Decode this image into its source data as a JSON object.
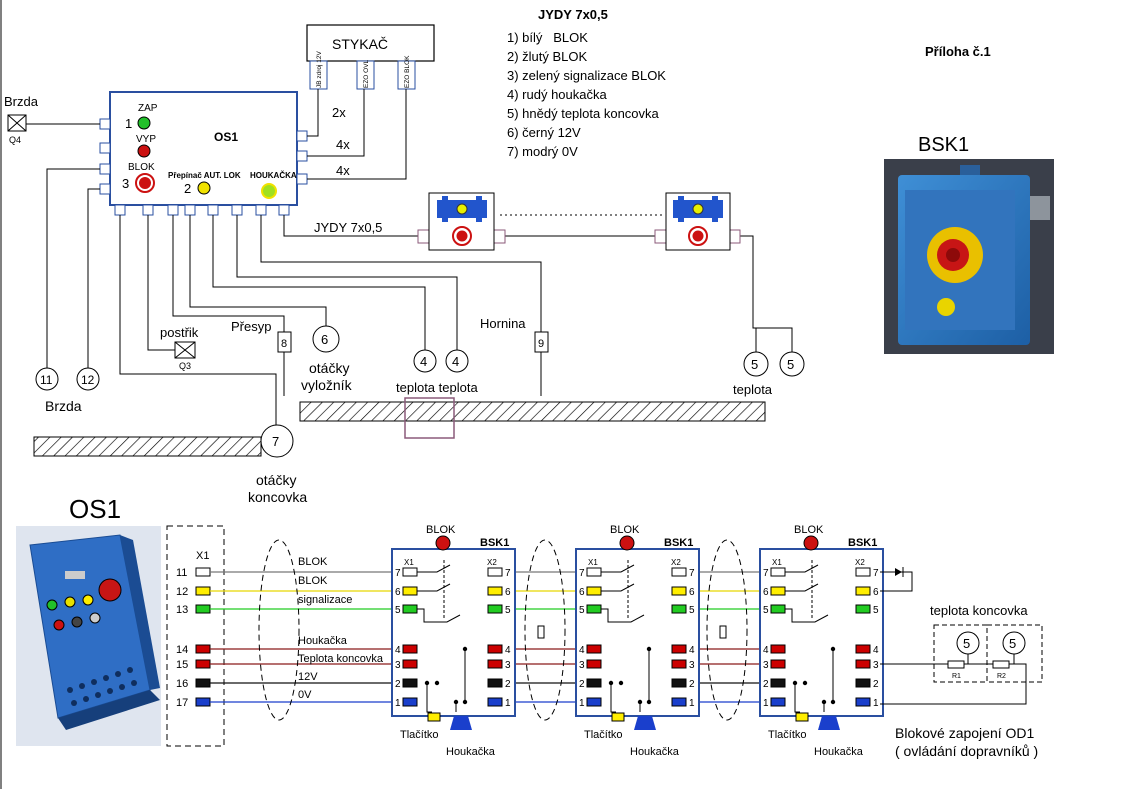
{
  "page": {
    "attachment": "Příloha č.1",
    "footer_title": "Blokové zapojení OD1",
    "footer_subtitle": "( ovládání dopravníků )"
  },
  "top_diagram": {
    "os1": {
      "title": "OS1",
      "zap_label": "ZAP",
      "zap_num": "1",
      "vyp_label": "VYP",
      "blok_label": "BLOK",
      "blok_num": "3",
      "prepinac_label": "Přepínač AUT. LOK",
      "prepinac_num": "2",
      "houkacka_label": "HOUKAČKA"
    },
    "stykac": {
      "title": "STYKAČ",
      "terminals": [
        "JB zdroj 12V",
        "EZO OVL",
        "EZO BLOK"
      ]
    },
    "wire_counts": [
      "2x",
      "4x",
      "4x"
    ],
    "brake_top_label": "Brzda",
    "brake_top_code": "Q4",
    "jydy_cable_label": "JYDY 7x0,5",
    "sensors": {
      "s11": "11",
      "s12": "12",
      "brzda_label": "Brzda",
      "postrik_label": "postřik",
      "postrik_code": "Q3",
      "presyp_label": "Přesyp",
      "presyp_code": "8",
      "s6": "6",
      "s6_label_1": "otáčky",
      "s6_label_2": "vyložník",
      "s4a": "4",
      "s4b": "4",
      "s4_label": "teplota teplota",
      "hornina_label": "Hornina",
      "hornina_code": "9",
      "s5a": "5",
      "s5b": "5",
      "s5_label": "teplota",
      "s7": "7",
      "s7_label_1": "otáčky",
      "s7_label_2": "koncovka"
    }
  },
  "legend": {
    "title": "JYDY 7x0,5",
    "items": [
      "1) bílý   BLOK",
      "2) žlutý BLOK",
      "3) zelený signalizace BLOK",
      "4) rudý houkačka",
      "5) hnědý teplota koncovka",
      "6) černý 12V",
      "7) modrý 0V"
    ]
  },
  "photo": {
    "title": "BSK1"
  },
  "bottom_diagram": {
    "os1_title": "OS1",
    "x1_label": "X1",
    "terminals": [
      "11",
      "12",
      "13",
      "14",
      "15",
      "16",
      "17"
    ],
    "wire_labels": [
      "BLOK",
      "BLOK",
      "signalizace",
      "Houkačka",
      "Teplota koncovka",
      "12V",
      "0V"
    ],
    "wire_colors": [
      "#ffffff",
      "#ffee00",
      "#22cc22",
      "#cc0000",
      "#cc0000",
      "#111111",
      "#1a3fcc"
    ],
    "line_colors": [
      "#777777",
      "#e8d800",
      "#22cc22",
      "#8b1a1a",
      "#8b1a1a",
      "#111111",
      "#1a3fcc"
    ],
    "bsk_title": "BSK1",
    "blok_label": "BLOK",
    "x1": "X1",
    "x2": "X2",
    "pin_numbers": [
      "7",
      "6",
      "5",
      "4",
      "3",
      "2",
      "1"
    ],
    "button_label": "Tlačítko",
    "horn_label": "Houkačka",
    "temp_title": "teplota koncovka",
    "temp_sensor": "5",
    "r1": "R1",
    "r2": "R2"
  }
}
